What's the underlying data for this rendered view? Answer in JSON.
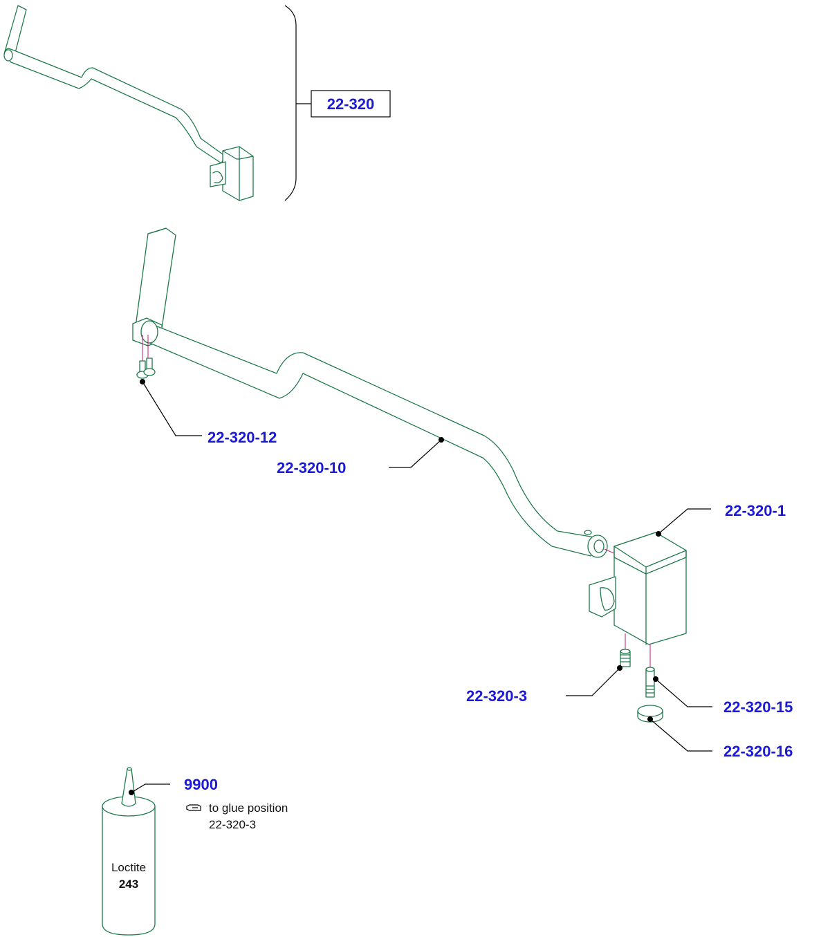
{
  "assembly": {
    "number": "22-320"
  },
  "callouts": {
    "c_12": "22-320-12",
    "c_10": "22-320-10",
    "c_1": "22-320-1",
    "c_3": "22-320-3",
    "c_15": "22-320-15",
    "c_16": "22-320-16"
  },
  "adhesive": {
    "part_number": "9900",
    "note_line1": "to glue position",
    "note_line2": "22-320-3",
    "bottle_line1": "Loctite",
    "bottle_line2": "243"
  },
  "colors": {
    "part_outline": "#1f7a4a",
    "axis_line": "#c2186b",
    "callout_text": "#1a1ad6"
  },
  "icons": {
    "note_pointer": "pointing-hand-icon"
  }
}
